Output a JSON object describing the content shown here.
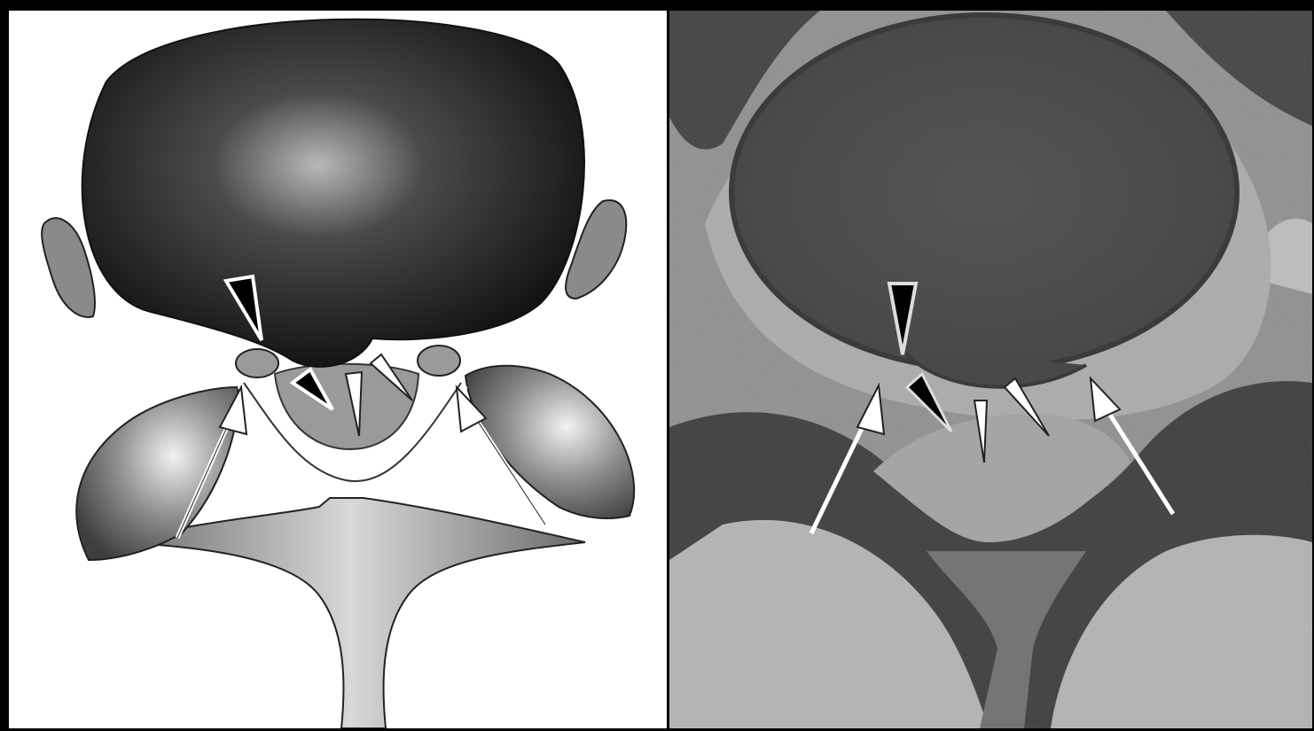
{
  "figure": {
    "panels": [
      {
        "id": "left",
        "kind": "schematic-illustration"
      },
      {
        "id": "right",
        "kind": "axial-mri-image"
      }
    ],
    "annotations": {
      "left": {
        "black_arrowheads": 2,
        "white_arrowheads": 2,
        "long_white_arrows": 2
      },
      "right": {
        "black_arrowheads": 2,
        "white_arrowheads": 2,
        "long_white_arrows": 2
      }
    }
  },
  "colors": {
    "background": "#000000",
    "left_panel_bg": "#ffffff",
    "arrow_white": "#ffffff",
    "arrowhead_black": "#000000"
  }
}
